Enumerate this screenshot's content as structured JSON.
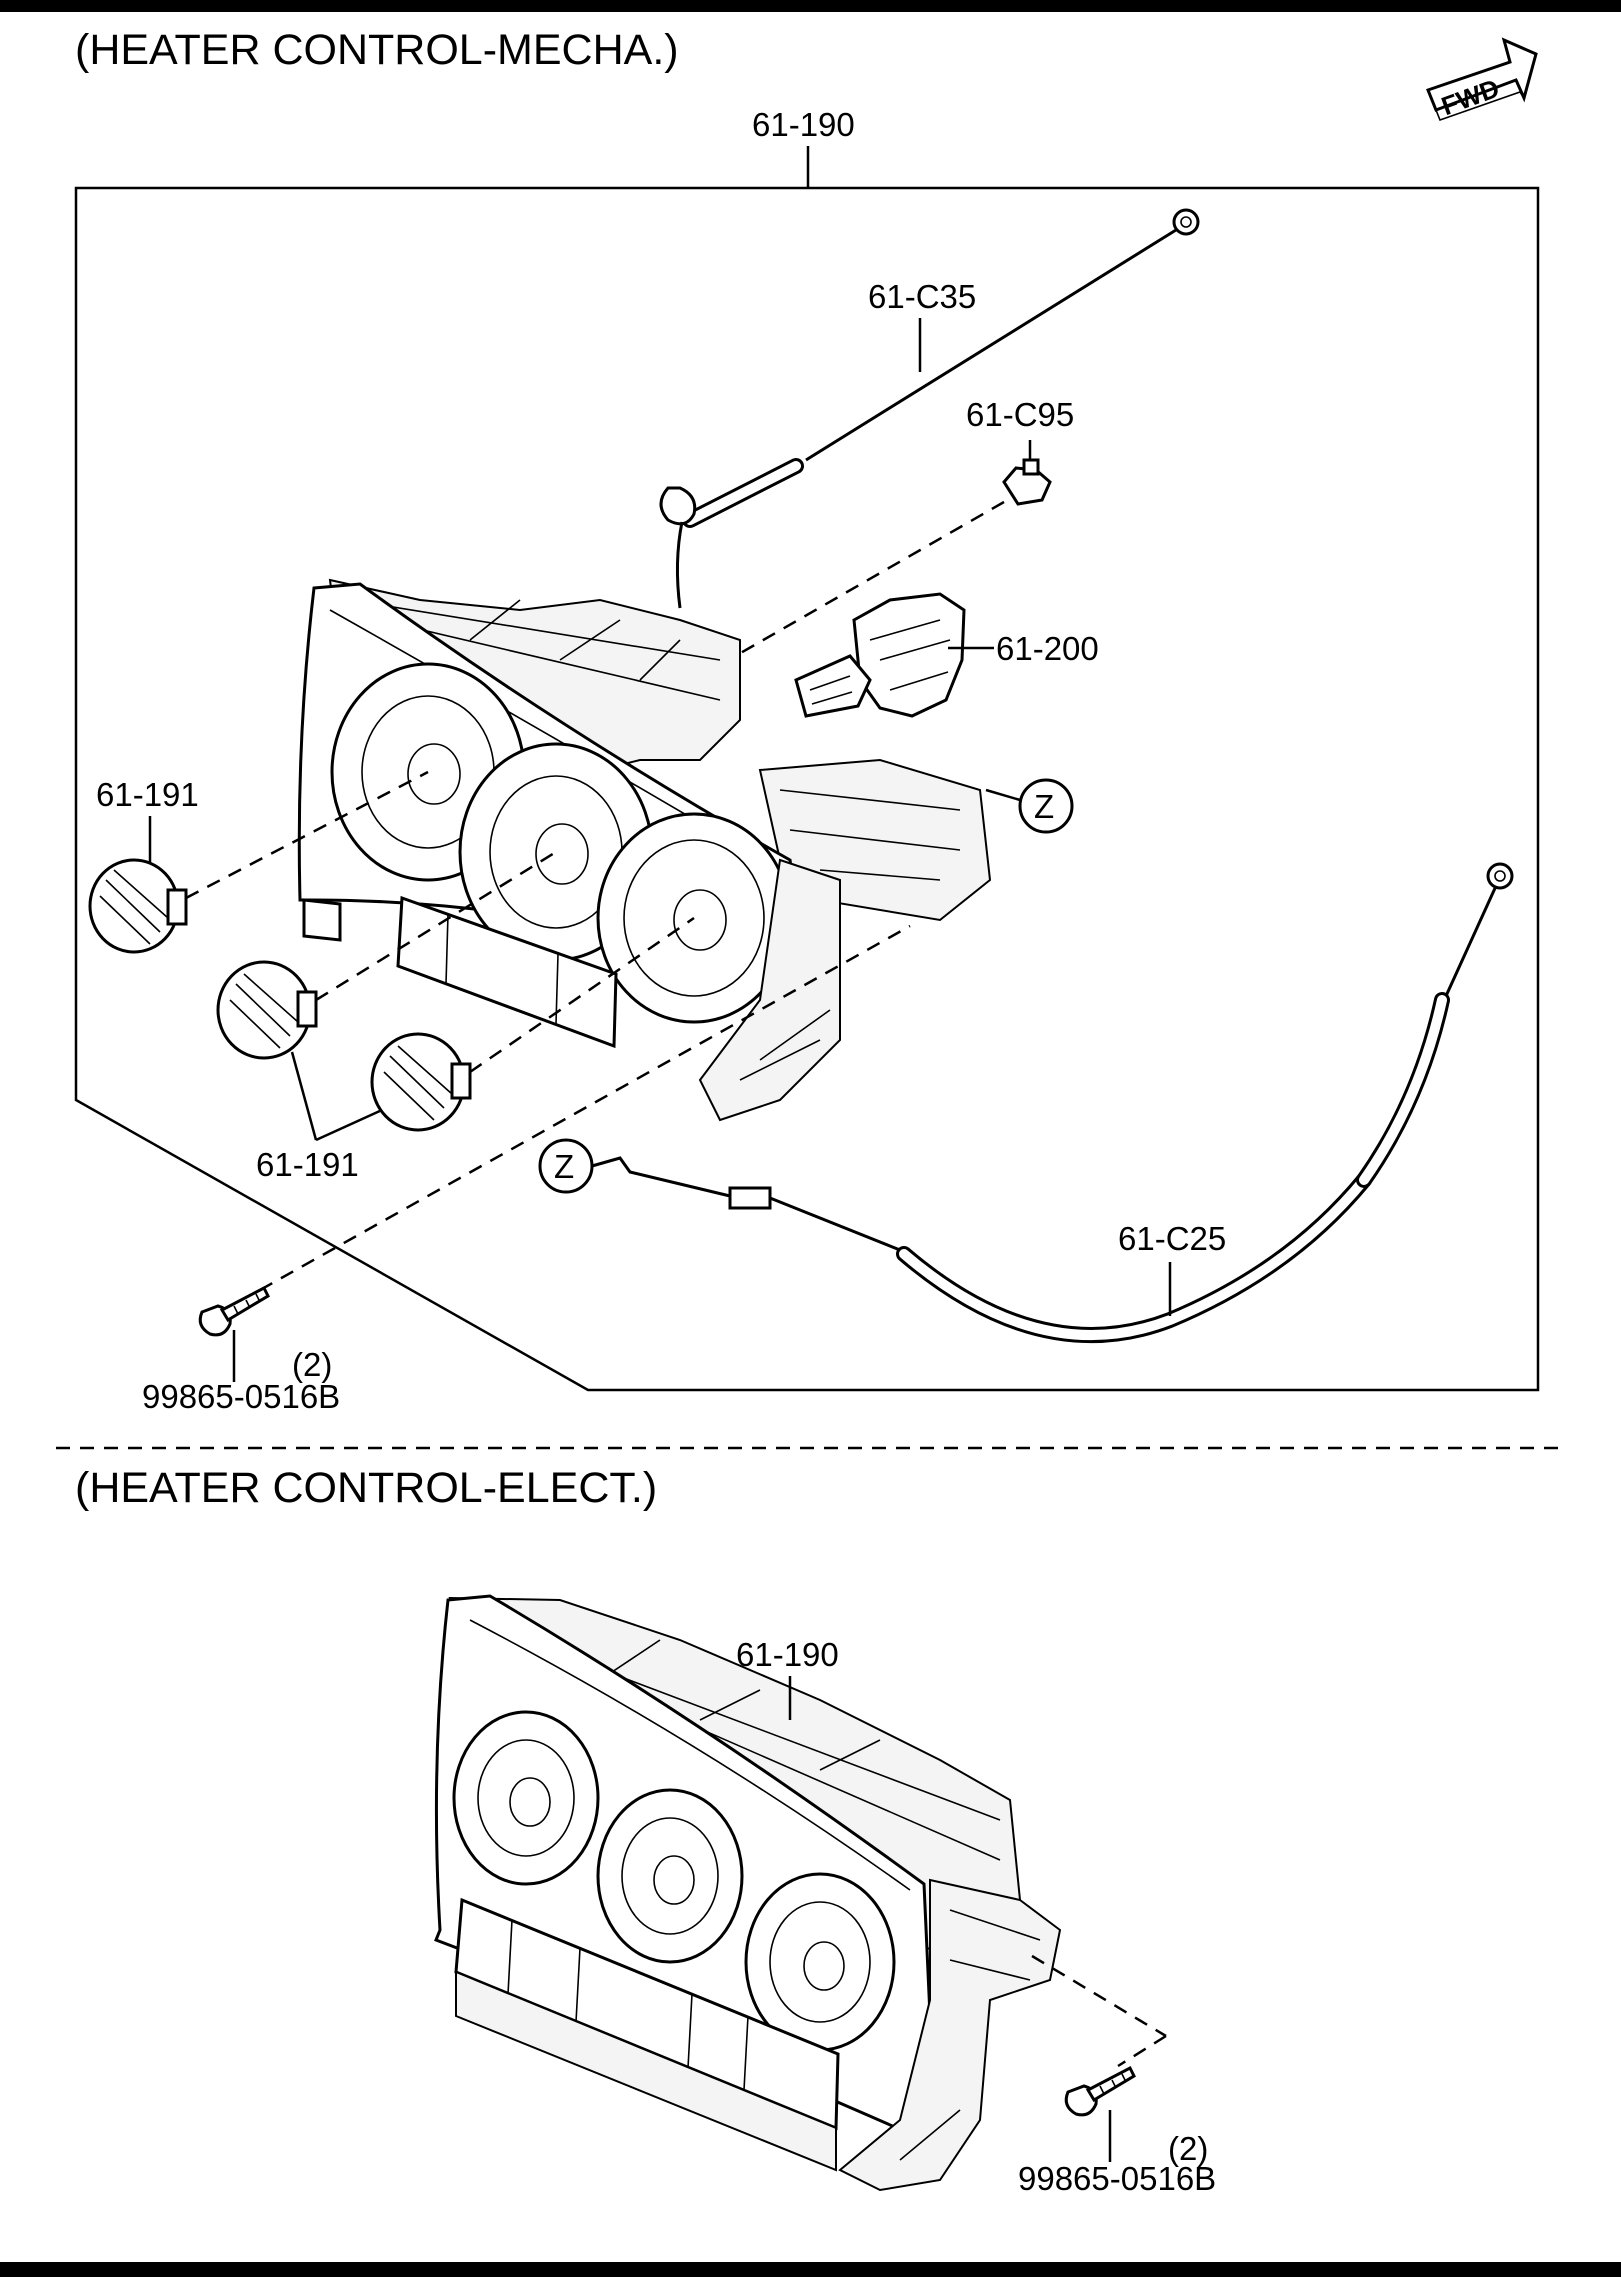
{
  "sections": {
    "mecha": {
      "title": "(HEATER CONTROL-MECHA.)"
    },
    "elect": {
      "title": "(HEATER CONTROL-ELECT.)"
    }
  },
  "fwd_indicator": {
    "label": "FWD",
    "icon": "fwd-arrow-icon"
  },
  "callouts": {
    "mecha_assembly": "61-190",
    "cable_upper": "61-C35",
    "clip": "61-C95",
    "blower_switch": "61-200",
    "knob_left": "61-191",
    "knobs_lower": "61-191",
    "detail_ref_top": "Z",
    "detail_ref_bottom": "Z",
    "cable_lower": "61-C25",
    "screw_mecha": "99865-0516B",
    "screw_mecha_qty": "(2)",
    "elect_assembly": "61-190",
    "screw_elect": "99865-0516B",
    "screw_elect_qty": "(2)"
  }
}
